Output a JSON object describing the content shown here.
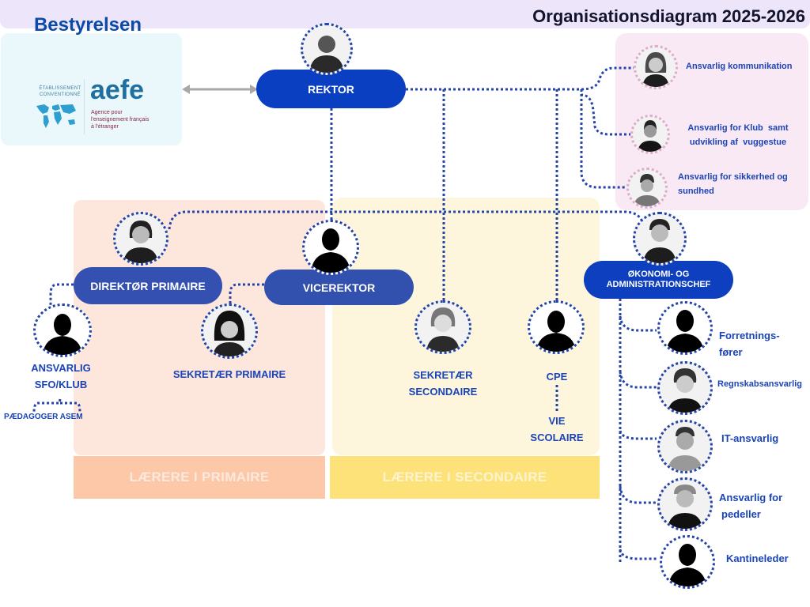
{
  "title": "Organisationsdiagram 2025-2026",
  "board": {
    "title": "Bestyrelsen",
    "aefe_small_text": "ÉTABLISSEMENT CONVENTIONNÉ",
    "aefe_logo": "aefe",
    "aefe_tagline_1": "Agence pour",
    "aefe_tagline_2": "l'enseignement français",
    "aefe_tagline_3": "à l'étranger"
  },
  "leadership": {
    "rektor": "REKTOR",
    "direktor_primaire": "DIREKTØR PRIMAIRE",
    "vicerektor": "VICEREKTOR",
    "okonomi_line1": "ØKONOMI- OG",
    "okonomi_line2": "ADMINISTRATIONSCHEF"
  },
  "primary": {
    "ansvarlig_line1": "ANSVARLIG",
    "ansvarlig_line2": "SFO/KLUB",
    "paedagoger": "PÆDAGOGER ASEM",
    "sekretaer": "SEKRETÆR PRIMAIRE",
    "teachers": "LÆRERE I PRIMAIRE"
  },
  "secondary": {
    "sekretaer_line1": "SEKRETÆR",
    "sekretaer_line2": "SECONDAIRE",
    "cpe": "CPE",
    "vie_line1": "VIE",
    "vie_line2": "SCOLAIRE",
    "teachers": "LÆRERE I SECONDAIRE"
  },
  "staff": {
    "kommunikation": "Ansvarlig kommunikation",
    "klub_line1": "Ansvarlig for Klub  samt",
    "klub_line2": "udvikling af  vuggestue",
    "sikkerhed_line1": "Ansvarlig for sikkerhed og",
    "sikkerhed_line2": "sundhed"
  },
  "admin": {
    "forretning_line1": "Forretnings-",
    "forretning_line2": "fører",
    "regnskab": "Regnskabsansvarlig",
    "it": "IT-ansvarlig",
    "pedel_line1": "Ansvarlig for",
    "pedel_line2": "pedeller",
    "kantine": "Kantineleder"
  },
  "colors": {
    "primary_blue": "#0b3fc2",
    "connector_blue": "#2444a8",
    "label_blue": "#1a44b8",
    "title_bar": "#ede6fb",
    "primary_panel": "#fde6dc",
    "secondary_panel": "#fdf6dd",
    "staff_panel": "#f9e9f5",
    "board_panel": "#eaf8fb"
  }
}
